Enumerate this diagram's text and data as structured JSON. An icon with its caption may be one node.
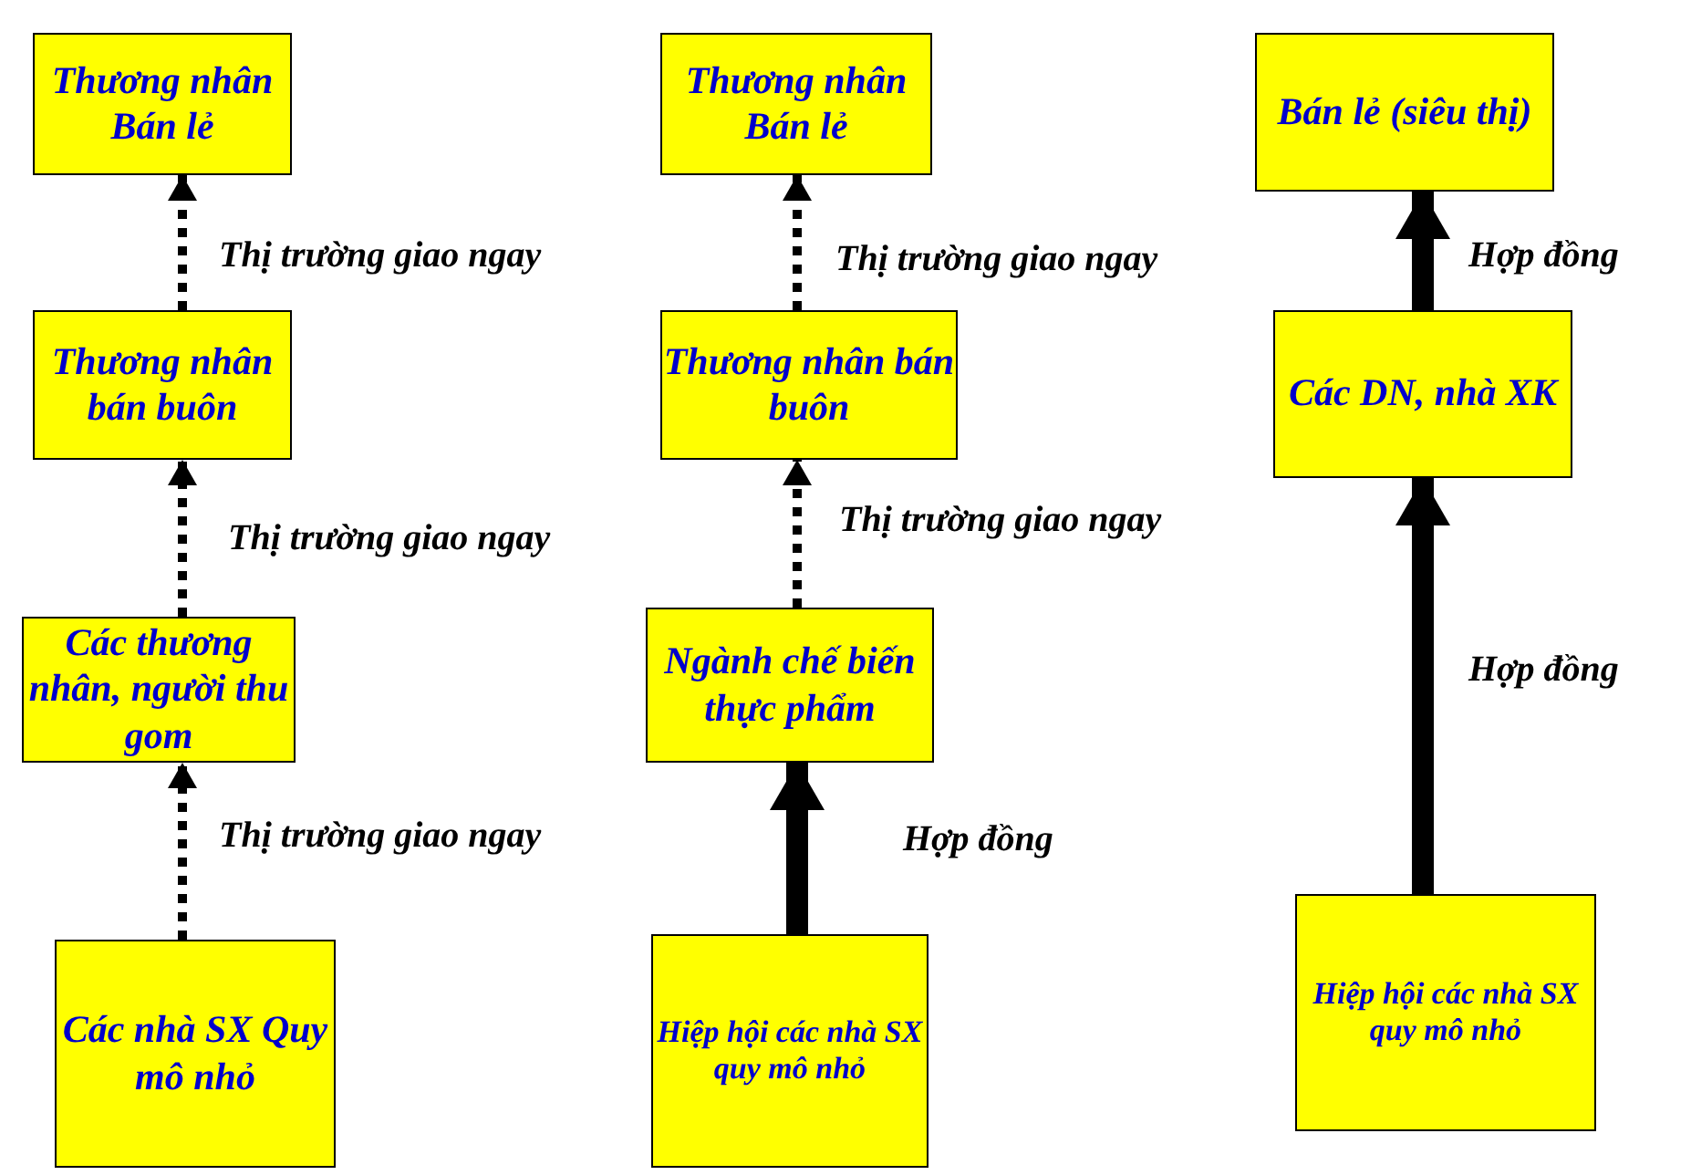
{
  "diagram": {
    "nodes": [
      {
        "text": [
          "Thương nhân Bán lẻ"
        ]
      },
      {
        "text": [
          "Thương nhân bán buôn"
        ]
      },
      {
        "text": [
          "Các thương nhân, người thu gom"
        ]
      },
      {
        "text": [
          "Các nhà SX Quy mô nhỏ"
        ]
      },
      {
        "text": [
          "Thương nhân Bán lẻ"
        ]
      },
      {
        "text": [
          "Thương nhân bán buôn"
        ]
      },
      {
        "text": [
          "Ngành chế biến thực phẩm"
        ]
      },
      {
        "text": [
          "Hiệp hội các nhà SX quy mô nhỏ"
        ]
      },
      {
        "text": [
          "Bán lẻ (siêu thị)"
        ]
      },
      {
        "text": [
          "Các DN, nhà XK"
        ]
      },
      {
        "text": [
          "Hiệp hội các nhà SX quy mô nhỏ"
        ]
      }
    ],
    "edges": [
      {
        "from": 3,
        "to": 2,
        "arrow": "to",
        "label": "Thị trường giao ngay",
        "style": "dashed"
      },
      {
        "from": 2,
        "to": 1,
        "arrow": "to",
        "label": "Thị trường giao ngay",
        "style": "dashed"
      },
      {
        "from": 1,
        "to": 0,
        "arrow": "to",
        "label": "Thị trường giao ngay",
        "style": "dashed"
      },
      {
        "from": 7,
        "to": 6,
        "arrow": "to",
        "label": "Hợp đồng",
        "style": "thick"
      },
      {
        "from": 6,
        "to": 5,
        "arrow": "to",
        "label": "Thị trường giao ngay",
        "style": "dashed"
      },
      {
        "from": 5,
        "to": 4,
        "arrow": "to",
        "label": "Thị trường giao ngay",
        "style": "dashed"
      },
      {
        "from": 10,
        "to": 9,
        "arrow": "to",
        "label": "Hợp đồng",
        "style": "thick"
      },
      {
        "from": 9,
        "to": 8,
        "arrow": "to",
        "label": "Hợp đồng",
        "style": "thick"
      }
    ]
  }
}
